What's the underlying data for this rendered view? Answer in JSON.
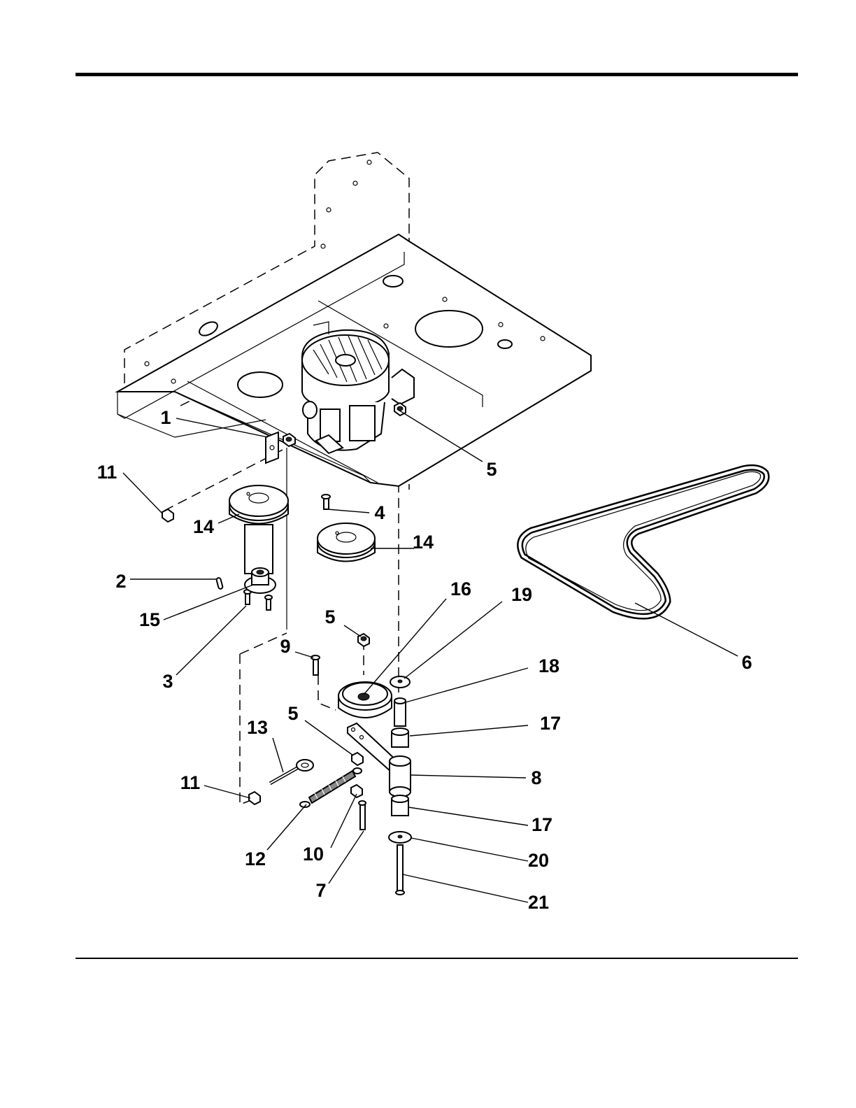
{
  "callouts": [
    {
      "id": "c1",
      "label": "1"
    },
    {
      "id": "c2",
      "label": "2"
    },
    {
      "id": "c3",
      "label": "3"
    },
    {
      "id": "c4",
      "label": "4"
    },
    {
      "id": "c5a",
      "label": "5"
    },
    {
      "id": "c5b",
      "label": "5"
    },
    {
      "id": "c5c",
      "label": "5"
    },
    {
      "id": "c6",
      "label": "6"
    },
    {
      "id": "c7",
      "label": "7"
    },
    {
      "id": "c8",
      "label": "8"
    },
    {
      "id": "c9",
      "label": "9"
    },
    {
      "id": "c10",
      "label": "10"
    },
    {
      "id": "c11a",
      "label": "11"
    },
    {
      "id": "c11b",
      "label": "11"
    },
    {
      "id": "c12",
      "label": "12"
    },
    {
      "id": "c13",
      "label": "13"
    },
    {
      "id": "c14a",
      "label": "14"
    },
    {
      "id": "c14b",
      "label": "14"
    },
    {
      "id": "c15",
      "label": "15"
    },
    {
      "id": "c16",
      "label": "16"
    },
    {
      "id": "c17a",
      "label": "17"
    },
    {
      "id": "c17b",
      "label": "17"
    },
    {
      "id": "c18",
      "label": "18"
    },
    {
      "id": "c19",
      "label": "19"
    },
    {
      "id": "c20",
      "label": "20"
    },
    {
      "id": "c21",
      "label": "21"
    }
  ]
}
